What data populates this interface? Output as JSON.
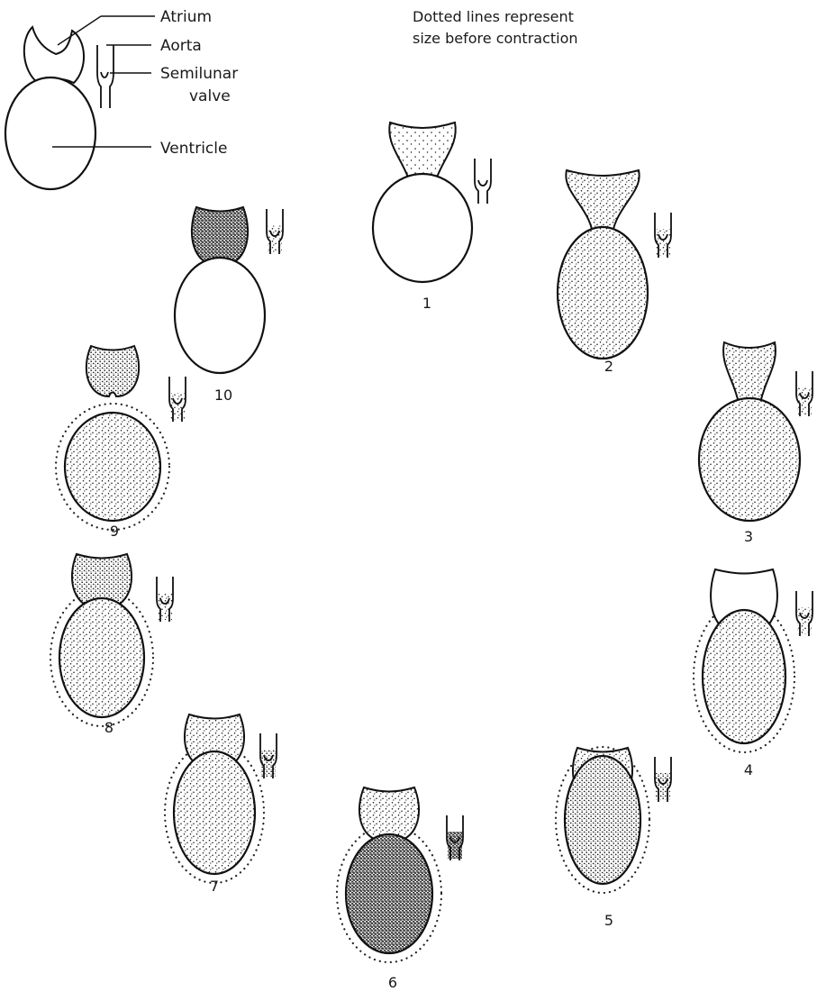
{
  "legend": {
    "atrium": "Atrium",
    "aorta": "Aorta",
    "semilunar_line1": "Semilunar",
    "semilunar_line2": "valve",
    "ventricle": "Ventricle"
  },
  "note": {
    "line1": "Dotted lines represent",
    "line2": "size before contraction"
  },
  "stages": [
    {
      "label": "1",
      "atrium_fill": "sparse",
      "ventricle_fill": "none",
      "aorta_fill": "none",
      "dotted_outline": false
    },
    {
      "label": "2",
      "atrium_fill": "light",
      "ventricle_fill": "light",
      "aorta_fill": "light",
      "dotted_outline": false
    },
    {
      "label": "3",
      "atrium_fill": "light",
      "ventricle_fill": "light",
      "aorta_fill": "light",
      "dotted_outline": false
    },
    {
      "label": "4",
      "atrium_fill": "none",
      "ventricle_fill": "light",
      "aorta_fill": "light",
      "dotted_outline": true
    },
    {
      "label": "5",
      "atrium_fill": "light",
      "ventricle_fill": "medium",
      "aorta_fill": "medium",
      "dotted_outline": true
    },
    {
      "label": "6",
      "atrium_fill": "light",
      "ventricle_fill": "dense",
      "aorta_fill": "dense",
      "dotted_outline": true
    },
    {
      "label": "7",
      "atrium_fill": "light",
      "ventricle_fill": "light",
      "aorta_fill": "medium",
      "dotted_outline": true
    },
    {
      "label": "8",
      "atrium_fill": "medium",
      "ventricle_fill": "light",
      "aorta_fill": "light",
      "dotted_outline": true
    },
    {
      "label": "9",
      "atrium_fill": "medium",
      "ventricle_fill": "light",
      "aorta_fill": "light",
      "dotted_outline": true
    },
    {
      "label": "10",
      "atrium_fill": "dense",
      "ventricle_fill": "none",
      "aorta_fill": "light",
      "dotted_outline": false
    }
  ],
  "colors": {
    "ink": "#111111",
    "paper": "#ffffff"
  }
}
